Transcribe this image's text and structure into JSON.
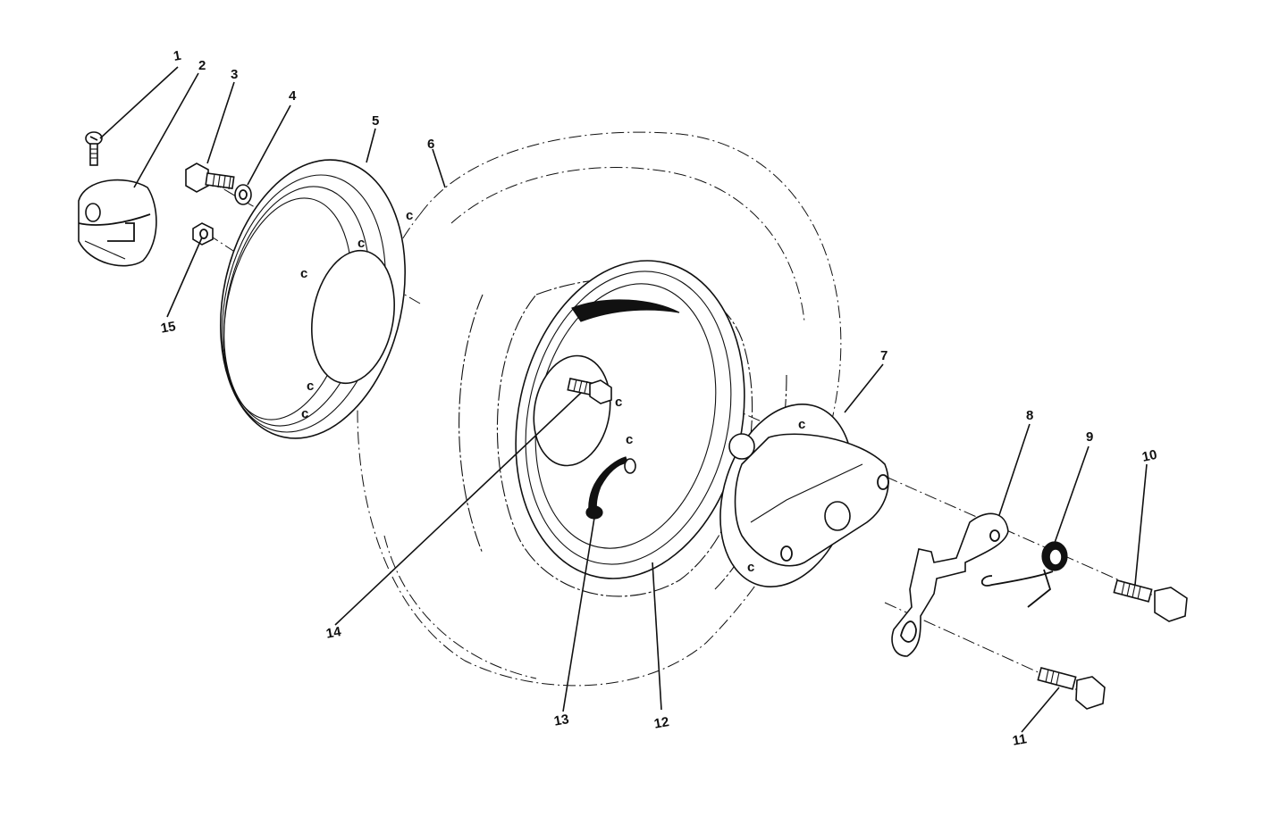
{
  "diagram": {
    "callouts": [
      {
        "id": "1",
        "label": "1"
      },
      {
        "id": "2",
        "label": "2"
      },
      {
        "id": "3",
        "label": "3"
      },
      {
        "id": "4",
        "label": "4"
      },
      {
        "id": "5",
        "label": "5"
      },
      {
        "id": "6",
        "label": "6"
      },
      {
        "id": "7",
        "label": "7"
      },
      {
        "id": "8",
        "label": "8"
      },
      {
        "id": "9",
        "label": "9"
      },
      {
        "id": "10",
        "label": "10"
      },
      {
        "id": "11",
        "label": "11"
      },
      {
        "id": "12",
        "label": "12"
      },
      {
        "id": "13",
        "label": "13"
      },
      {
        "id": "14",
        "label": "14"
      },
      {
        "id": "15",
        "label": "15"
      }
    ],
    "parts": [
      {
        "callout": "1",
        "icon": "small-screw-icon"
      },
      {
        "callout": "2",
        "icon": "split-collar-icon"
      },
      {
        "callout": "3",
        "icon": "hex-bolt-icon"
      },
      {
        "callout": "4",
        "icon": "lock-washer-icon"
      },
      {
        "callout": "5",
        "icon": "rim-half-icon"
      },
      {
        "callout": "6",
        "icon": "tire-icon"
      },
      {
        "callout": "7",
        "icon": "hub-flange-icon"
      },
      {
        "callout": "8",
        "icon": "latch-bracket-icon"
      },
      {
        "callout": "9",
        "icon": "torsion-spring-icon"
      },
      {
        "callout": "10",
        "icon": "shoulder-bolt-icon"
      },
      {
        "callout": "11",
        "icon": "shoulder-bolt-icon"
      },
      {
        "callout": "12",
        "icon": "rim-half-icon"
      },
      {
        "callout": "13",
        "icon": "valve-stem-icon"
      },
      {
        "callout": "14",
        "icon": "hex-bolt-icon"
      },
      {
        "callout": "15",
        "icon": "hex-nut-icon"
      }
    ]
  }
}
